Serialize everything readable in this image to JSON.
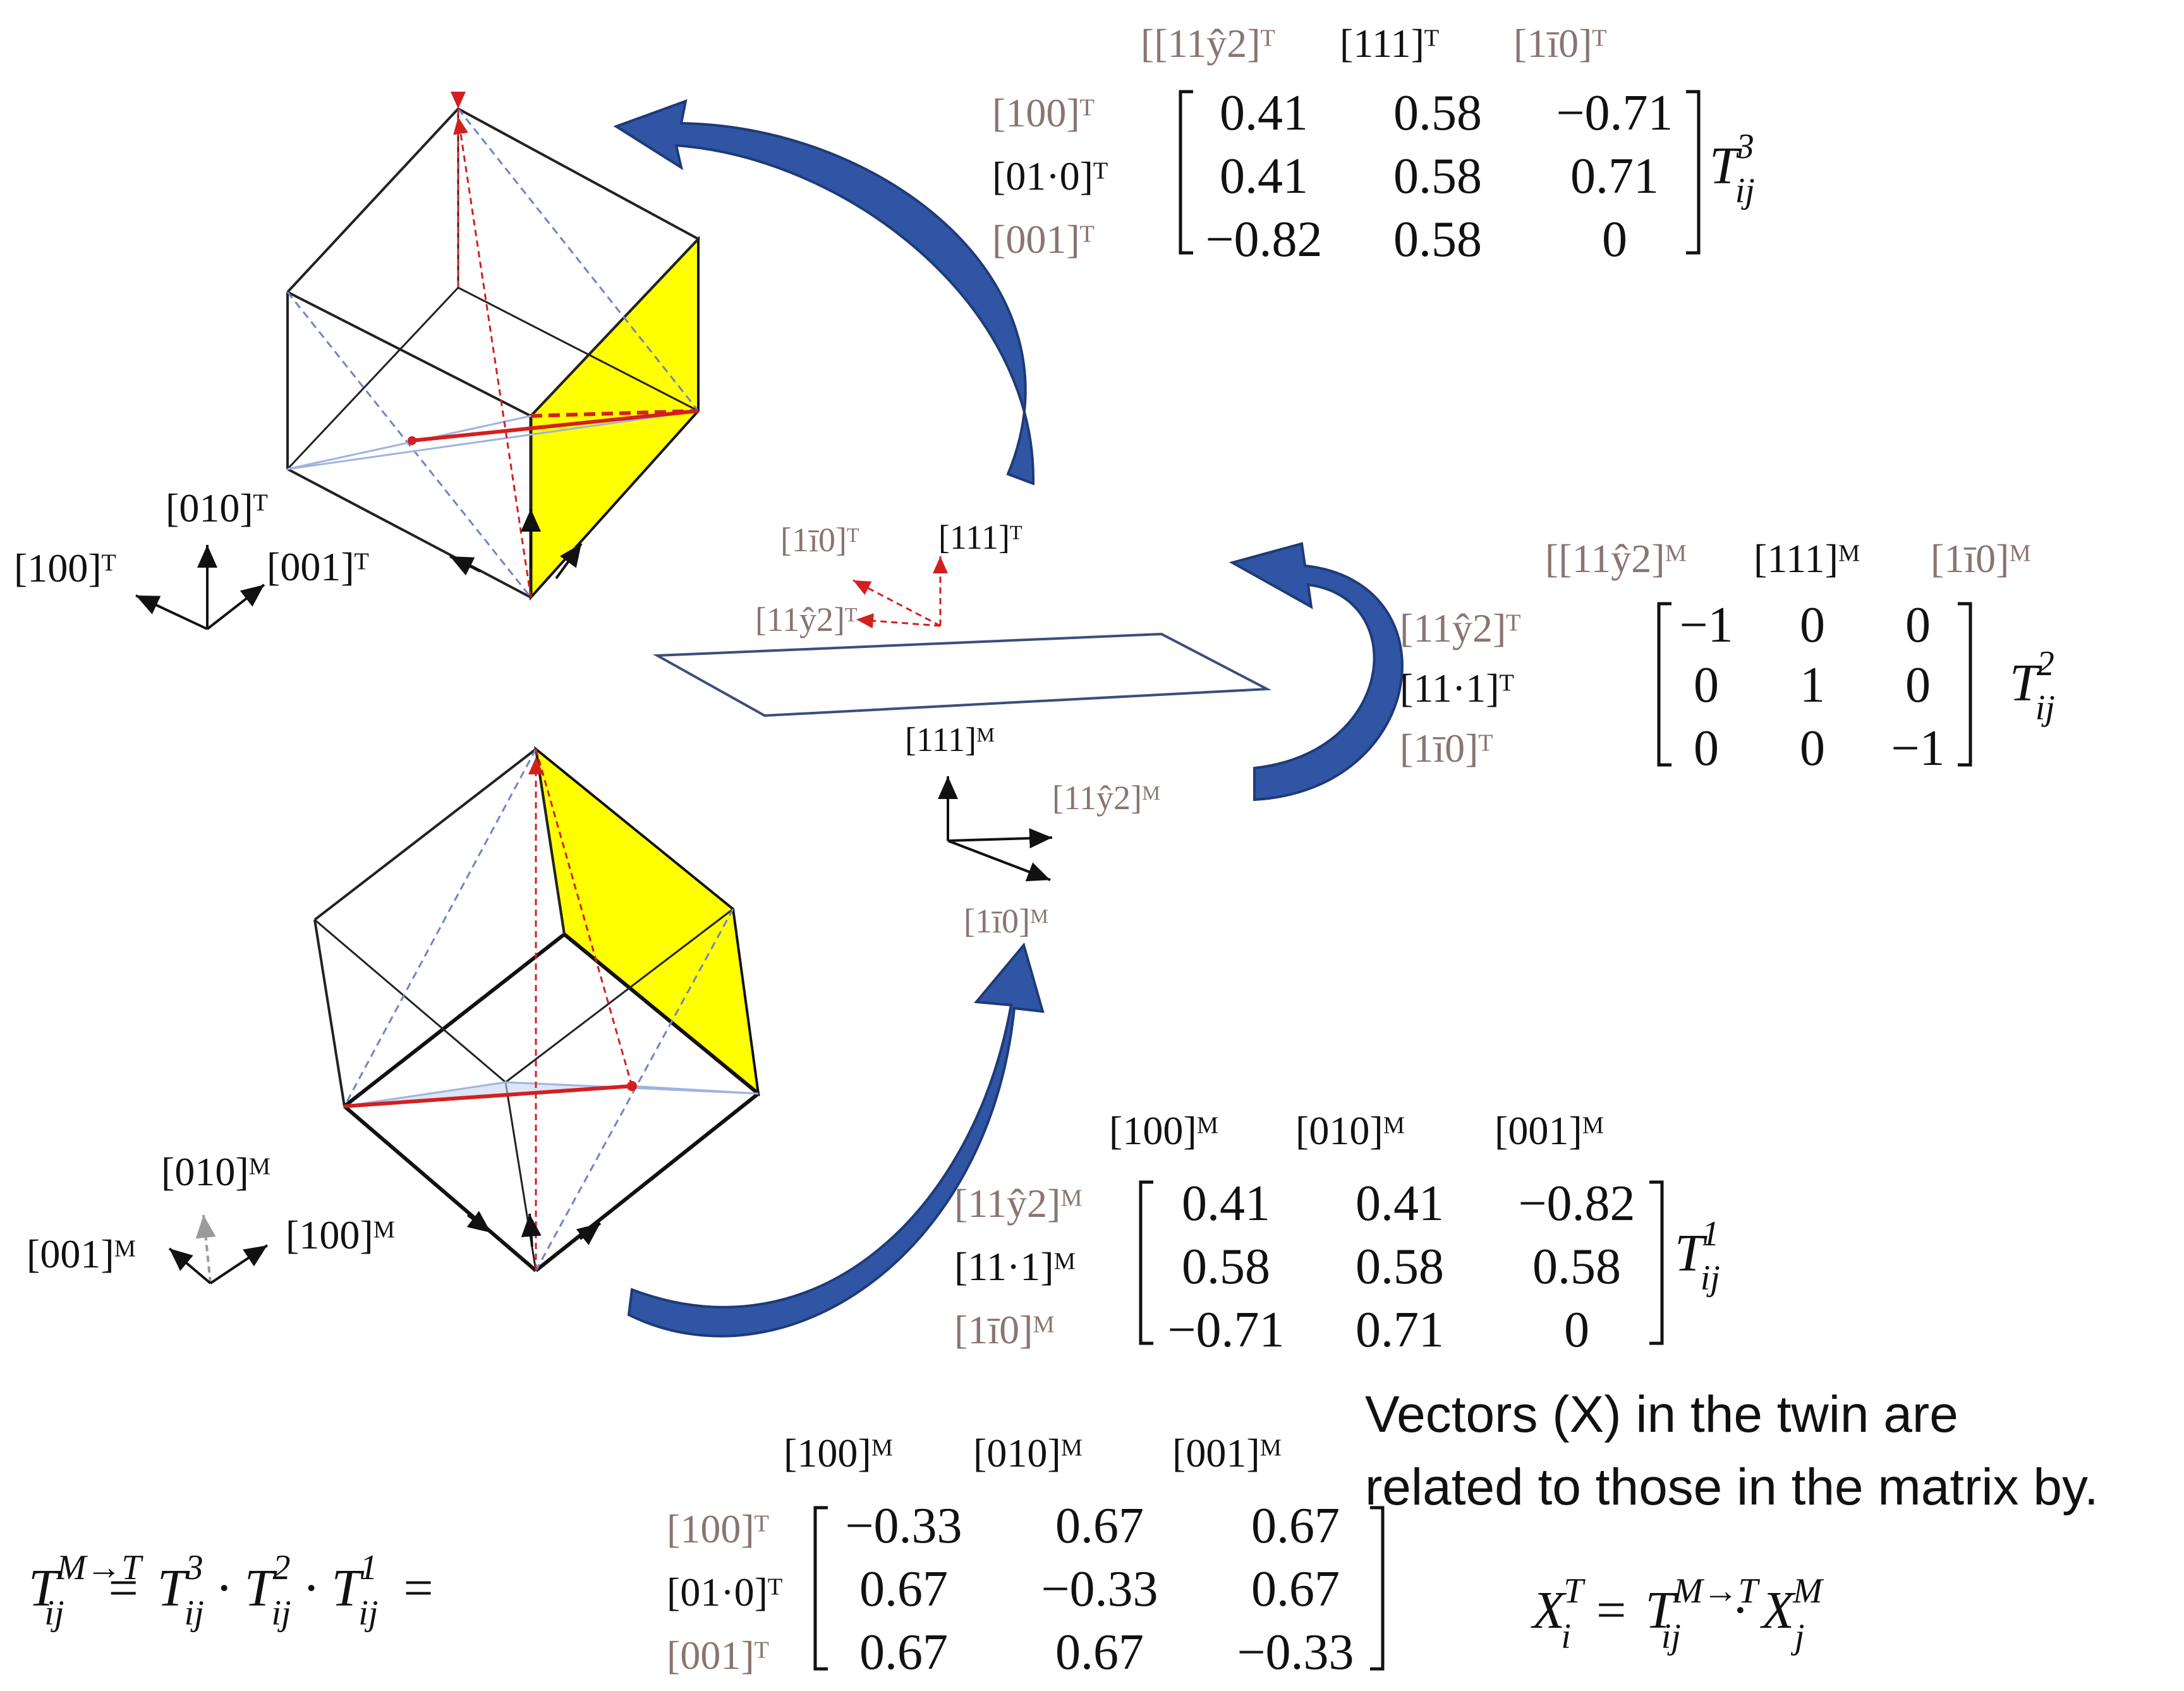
{
  "colors": {
    "arrow_blue": "#2f55a4",
    "arrow_blue_dark": "#1e3a78",
    "face_yellow": "#ffff00",
    "vector_red": "#d41f1f",
    "muted_label": "#8a7570",
    "ink": "#111111"
  },
  "matrix3": {
    "cols": [
      "[[11ŷ2]ᵀ",
      "[111]ᵀ",
      "[1ī0]ᵀ"
    ],
    "rows": [
      "[100]ᵀ",
      "[01·0]ᵀ",
      "[001]ᵀ"
    ],
    "cells": [
      [
        "0.41",
        "0.58",
        "−0.71"
      ],
      [
        "0.41",
        "0.58",
        "0.71"
      ],
      [
        "−0.82",
        "0.58",
        "0"
      ]
    ],
    "symbol": "T",
    "sub": "ij",
    "sup": "3"
  },
  "matrix2": {
    "cols": [
      "[[11ŷ2]ᴹ",
      "[111]ᴹ",
      "[1ī0]ᴹ"
    ],
    "rows": [
      "[11ŷ2]ᵀ",
      "[11·1]ᵀ",
      "[1ī0]ᵀ"
    ],
    "cells": [
      [
        "−1",
        "0",
        "0"
      ],
      [
        "0",
        "1",
        "0"
      ],
      [
        "0",
        "0",
        "−1"
      ]
    ],
    "symbol": "T",
    "sub": "ij",
    "sup": "2"
  },
  "matrix1": {
    "cols": [
      "[100]ᴹ",
      "[010]ᴹ",
      "[001]ᴹ"
    ],
    "rows": [
      "[11ŷ2]ᴹ",
      "[11·1]ᴹ",
      "[1ī0]ᴹ"
    ],
    "cells": [
      [
        "0.41",
        "0.41",
        "−0.82"
      ],
      [
        "0.58",
        "0.58",
        "0.58"
      ],
      [
        "−0.71",
        "0.71",
        "0"
      ]
    ],
    "symbol": "T",
    "sub": "ij",
    "sup": "1"
  },
  "matrix_total": {
    "cols": [
      "[100]ᴹ",
      "[010]ᴹ",
      "[001]ᴹ"
    ],
    "rows": [
      "[100]ᵀ",
      "[01·0]ᵀ",
      "[001]ᵀ"
    ],
    "cells": [
      [
        "−0.33",
        "0.67",
        "0.67"
      ],
      [
        "0.67",
        "−0.33",
        "0.67"
      ],
      [
        "0.67",
        "0.67",
        "−0.33"
      ]
    ]
  },
  "equation_total": {
    "lhs": "T",
    "lhs_sub": "ij",
    "lhs_sup": "M→T",
    "eq": "=",
    "t3": "T",
    "t2": "T",
    "t1": "T",
    "sup3": "3",
    "sup2": "2",
    "sup1": "1",
    "sub": "ij",
    "dot": "·"
  },
  "note": {
    "line1": "Vectors (X) in the twin are",
    "line2": "related to those in the matrix by."
  },
  "equation_vector": {
    "x": "X",
    "x_sub_i": "i",
    "x_sub_j": "j",
    "x_sup_t": "T",
    "x_sup_m": "M",
    "eq": "=",
    "t": "T",
    "t_sub": "ij",
    "t_sup": "M→T",
    "dot": "·"
  },
  "twin_axes": {
    "y": "[010]ᵀ",
    "x": "[100]ᵀ",
    "z": "[001]ᵀ"
  },
  "matrix_axes": {
    "y": "[010]ᴹ",
    "z": "[001]ᴹ",
    "x": "[100]ᴹ"
  },
  "plane_twin_vectors": {
    "a": "[1ī0]ᵀ",
    "b": "[111]ᵀ",
    "c": "[11ŷ2]ᵀ"
  },
  "plane_matrix_vectors": {
    "a": "[111]ᴹ",
    "b": "[11ŷ2]ᴹ",
    "c": "[1ī0]ᴹ"
  }
}
